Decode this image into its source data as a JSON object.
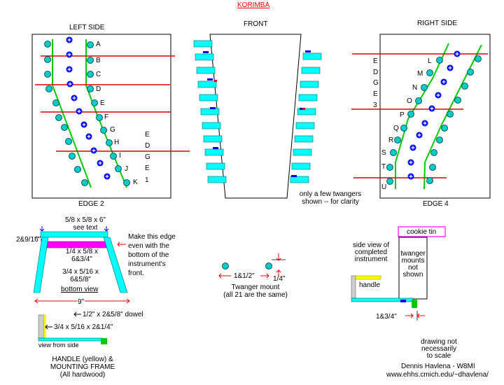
{
  "title": "KORIMBA",
  "panels": {
    "left_side": "LEFT SIDE",
    "front": "FRONT",
    "right_side": "RIGHT SIDE",
    "edge2": "EDGE 2",
    "edge4": "EDGE 4"
  },
  "left_letters": [
    "A",
    "B",
    "C",
    "D",
    "E",
    "F",
    "G",
    "H",
    "I",
    "J",
    "K"
  ],
  "left_edge_letters": [
    "E",
    "D",
    "G",
    "E",
    "1"
  ],
  "right_edge_letters": [
    "E",
    "D",
    "G",
    "E",
    "3"
  ],
  "right_letters": [
    "L",
    "M",
    "N",
    "O",
    "P",
    "Q",
    "R",
    "S",
    "T",
    "U"
  ],
  "front_note": [
    "only a few twangers",
    "shown -- for clarity"
  ],
  "frame": {
    "top_dim": [
      "5/8 x 5/8 x 6\"",
      "see text"
    ],
    "left_dim": "2&9/16\"",
    "mid_dim": [
      "1/4 x 5/8 x",
      "6&3/4\""
    ],
    "low_dim": [
      "3/4 x 5/16 x",
      "6&5/8\""
    ],
    "bottom_view": "bottom view",
    "width_dim": "9\"",
    "edge_note": [
      "Make this edge",
      "even with the",
      "bottom of the",
      "instrument's",
      "front."
    ]
  },
  "side_frame": {
    "dowel": "1/2\" x 2&5/8\" dowel",
    "bar": "3/4 x 5/16 x 2&1/4\"",
    "caption": "view from side"
  },
  "handle_caption": [
    "HANDLE (yellow) &",
    "MOUNTING FRAME",
    "(All hardwood)"
  ],
  "mount": {
    "spacing": "1&1/2\"",
    "offset": "1/4\"",
    "caption": [
      "Twanger mount",
      "(all 21 are the same)"
    ]
  },
  "side_view": {
    "cookie_tin": "cookie tin",
    "caption": [
      "side view of",
      "completed",
      "instrument"
    ],
    "twanger_note": [
      "twanger",
      "mounts",
      "not",
      "shown"
    ],
    "handle": "handle",
    "dim": "1&3/4\""
  },
  "footer": {
    "scale_note": [
      "drawing not",
      "necessarily",
      "to scale"
    ],
    "author": "Dennis Havlena - W8MI",
    "url": "www.ehhs.cmich.edu/~dhavlena/"
  },
  "colors": {
    "dot": "#00cccc",
    "cyan": "#00ffff",
    "green": "#00cc00",
    "red": "#dd0000",
    "blue": "#0000ff",
    "magenta": "#ff00ff",
    "yellow": "#ffff00",
    "gray": "#999999"
  }
}
